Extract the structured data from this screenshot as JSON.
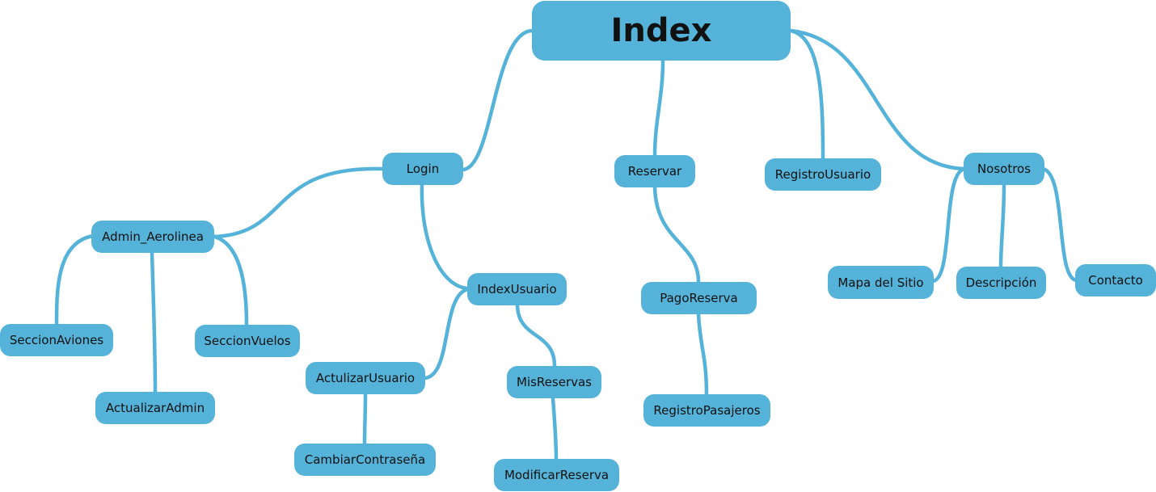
{
  "diagram": {
    "type": "mind-map",
    "colors": {
      "node": "#55b3d9",
      "edge": "#55b3d9",
      "text": "#111111",
      "background": "#ffffff"
    },
    "nodes": {
      "index": "Index",
      "login": "Login",
      "reservar": "Reservar",
      "registro_usuario": "RegistroUsuario",
      "nosotros": "Nosotros",
      "admin_aerolinea": "Admin_Aerolinea",
      "index_usuario": "IndexUsuario",
      "pago_reserva": "PagoReserva",
      "mapa_del_sitio": "Mapa del Sitio",
      "descripcion": "Descripción",
      "contacto": "Contacto",
      "seccion_aviones": "SeccionAviones",
      "seccion_vuelos": "SeccionVuelos",
      "actualizar_admin": "ActualizarAdmin",
      "actulizar_usuario": "ActulizarUsuario",
      "mis_reservas": "MisReservas",
      "registro_pasajeros": "RegistroPasajeros",
      "cambiar_contrasena": "CambiarContraseña",
      "modificar_reserva": "ModificarReserva"
    },
    "edges": [
      [
        "index",
        "login"
      ],
      [
        "index",
        "reservar"
      ],
      [
        "index",
        "registro_usuario"
      ],
      [
        "index",
        "nosotros"
      ],
      [
        "login",
        "admin_aerolinea"
      ],
      [
        "login",
        "index_usuario"
      ],
      [
        "admin_aerolinea",
        "seccion_aviones"
      ],
      [
        "admin_aerolinea",
        "actualizar_admin"
      ],
      [
        "admin_aerolinea",
        "seccion_vuelos"
      ],
      [
        "index_usuario",
        "actulizar_usuario"
      ],
      [
        "index_usuario",
        "mis_reservas"
      ],
      [
        "actulizar_usuario",
        "cambiar_contrasena"
      ],
      [
        "mis_reservas",
        "modificar_reserva"
      ],
      [
        "reservar",
        "pago_reserva"
      ],
      [
        "pago_reserva",
        "registro_pasajeros"
      ],
      [
        "nosotros",
        "mapa_del_sitio"
      ],
      [
        "nosotros",
        "descripcion"
      ],
      [
        "nosotros",
        "contacto"
      ]
    ]
  }
}
